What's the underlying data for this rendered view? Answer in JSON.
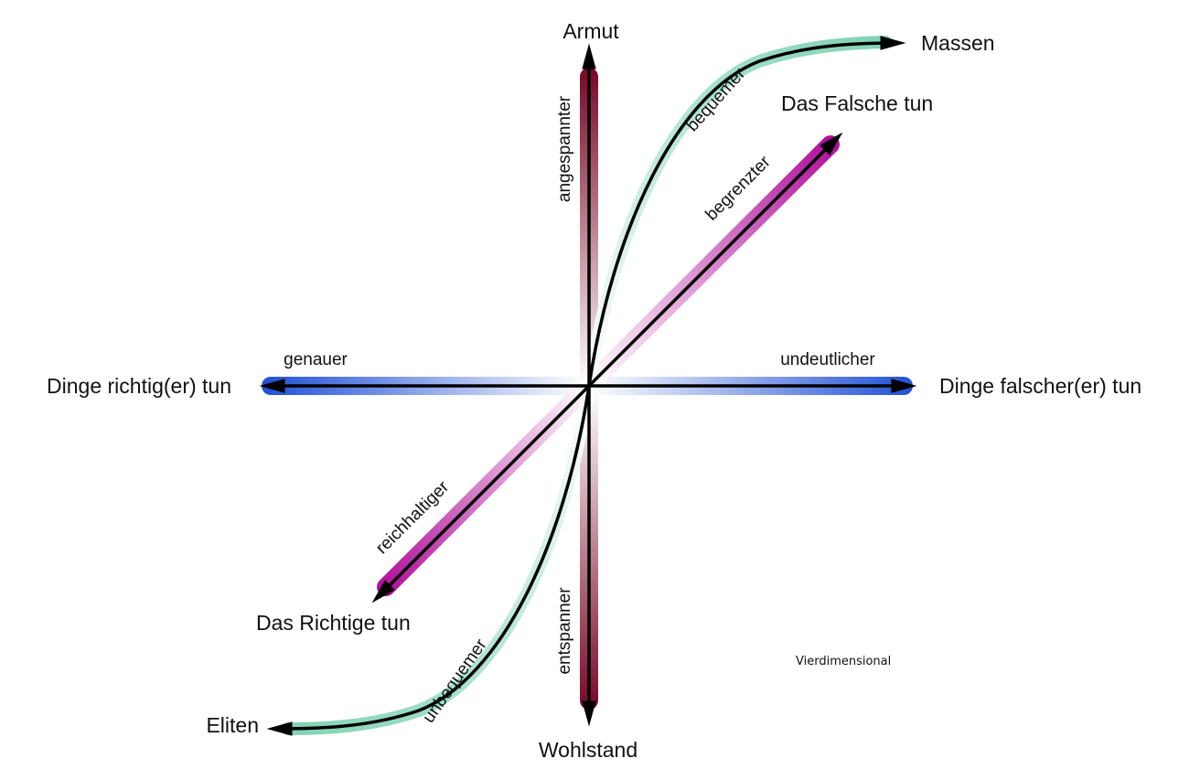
{
  "axes": {
    "top": "Armut",
    "bottom": "Wohlstand",
    "left": "Dinge richtig(er) tun",
    "right": "Dinge falscher(er) tun",
    "diag_top": "Das Falsche tun",
    "diag_bottom": "Das Richtige tun",
    "curve_top": "Massen",
    "curve_bottom": "Eliten"
  },
  "qualifiers": {
    "top": "angespannter",
    "bottom": "entspanner",
    "left": "genauer",
    "right": "undeutlicher",
    "diag_top": "begrenzter",
    "diag_bottom": "reichhaltiger",
    "curve_top": "bequemer",
    "curve_bottom": "unbequemer"
  },
  "caption": "Vierdimensional",
  "colors": {
    "horizontal": "#1f4fd6",
    "vertical": "#7a0a2a",
    "diagonal": "#b0109a",
    "curve": "#7fd3b5"
  }
}
